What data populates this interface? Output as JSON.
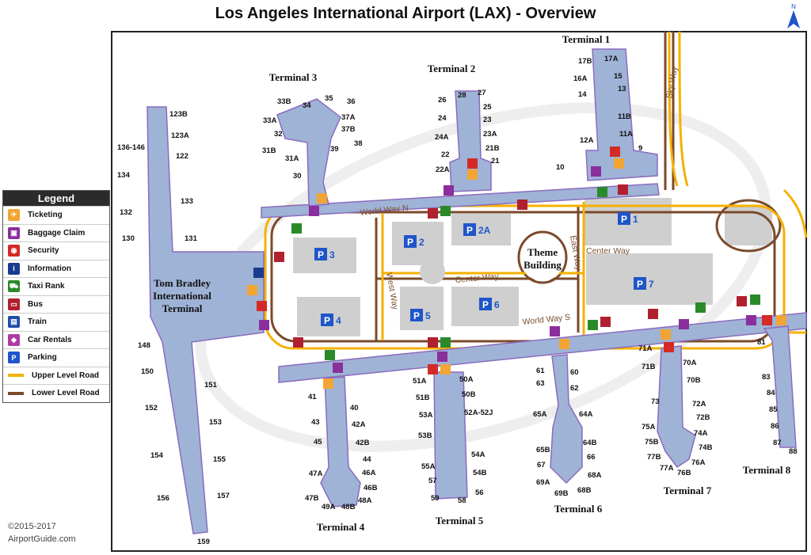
{
  "title": "Los Angeles International Airport (LAX) - Overview",
  "compass": "N",
  "legend": {
    "header": "Legend",
    "items": [
      {
        "label": "Ticketing",
        "icon": "ticketing-icon",
        "color": "#f2a533"
      },
      {
        "label": "Baggage Claim",
        "icon": "baggage-claim-icon",
        "color": "#8a2f9c"
      },
      {
        "label": "Security",
        "icon": "security-icon",
        "color": "#d42a27"
      },
      {
        "label": "Information",
        "icon": "information-icon",
        "color": "#1a3c8f"
      },
      {
        "label": "Taxi Rank",
        "icon": "taxi-icon",
        "color": "#2a8a2a"
      },
      {
        "label": "Bus",
        "icon": "bus-icon",
        "color": "#b0202e"
      },
      {
        "label": "Train",
        "icon": "train-icon",
        "color": "#1f4fa8"
      },
      {
        "label": "Car Rentals",
        "icon": "car-rental-icon",
        "color": "#b03aa8"
      },
      {
        "label": "Parking",
        "icon": "parking-icon",
        "color": "#1f55c9"
      },
      {
        "label": "Upper Level Road",
        "icon": "upper-road-line",
        "color": "#f5b100"
      },
      {
        "label": "Lower Level  Road",
        "icon": "lower-road-line",
        "color": "#7a4a2a"
      }
    ]
  },
  "terminals": {
    "t1": "Terminal 1",
    "t2": "Terminal 2",
    "t3": "Terminal 3",
    "t4": "Terminal 4",
    "t5": "Terminal 5",
    "t6": "Terminal 6",
    "t7": "Terminal 7",
    "t8": "Terminal 8",
    "tbit": "Tom Bradley International Terminal",
    "theme": "Theme Building"
  },
  "tbit_lines": [
    "Tom Bradley",
    "International",
    "Terminal"
  ],
  "theme_lines": [
    "Theme",
    "Building"
  ],
  "roads": {
    "world_way_n": "World Way N",
    "world_way_s": "World Way S",
    "center_way_1": "Center Way",
    "center_way_2": "Center Way",
    "west_way": "West Way",
    "east_way": "East Way",
    "sky_way": "Sky Way"
  },
  "parking": {
    "p1": "1",
    "p2": "2",
    "p2a": "2A",
    "p3": "3",
    "p4": "4",
    "p5": "5",
    "p6": "6",
    "p7": "7",
    "symbol": "P"
  },
  "gates": {
    "t1": [
      "17B",
      "17A",
      "16A",
      "15",
      "14",
      "13",
      "11B",
      "11A",
      "12A",
      "9",
      "10"
    ],
    "t2": [
      "26",
      "28",
      "27",
      "25",
      "24",
      "23",
      "24A",
      "23A",
      "22",
      "21B",
      "22A",
      "21"
    ],
    "t3": [
      "33B",
      "34",
      "35",
      "36",
      "33A",
      "37A",
      "32",
      "37B",
      "38",
      "31B",
      "39",
      "31A",
      "30"
    ],
    "tbit": [
      "123B",
      "123A",
      "136-146",
      "122",
      "134",
      "133",
      "132",
      "130",
      "131",
      "148",
      "150",
      "151",
      "152",
      "153",
      "154",
      "155",
      "156",
      "157",
      "159"
    ],
    "t4": [
      "41",
      "40",
      "43",
      "42A",
      "45",
      "42B",
      "44",
      "47A",
      "46A",
      "46B",
      "47B",
      "48A",
      "49A",
      "48B"
    ],
    "t5": [
      "51A",
      "50A",
      "51B",
      "50B",
      "53A",
      "52A-52J",
      "53B",
      "54A",
      "55A",
      "54B",
      "57",
      "56",
      "59",
      "58"
    ],
    "t6": [
      "61",
      "60",
      "63",
      "62",
      "65A",
      "64A",
      "65B",
      "64B",
      "67",
      "66",
      "69A",
      "68A",
      "69B",
      "68B"
    ],
    "t7": [
      "71A",
      "71B",
      "70A",
      "70B",
      "73",
      "72A",
      "72B",
      "75A",
      "74A",
      "75B",
      "74B",
      "77B",
      "76A",
      "77A",
      "76B"
    ],
    "t8": [
      "81",
      "83",
      "84",
      "85",
      "86",
      "87",
      "88"
    ]
  },
  "copyright": [
    "©2015-2017",
    "AirportGuide.com"
  ]
}
